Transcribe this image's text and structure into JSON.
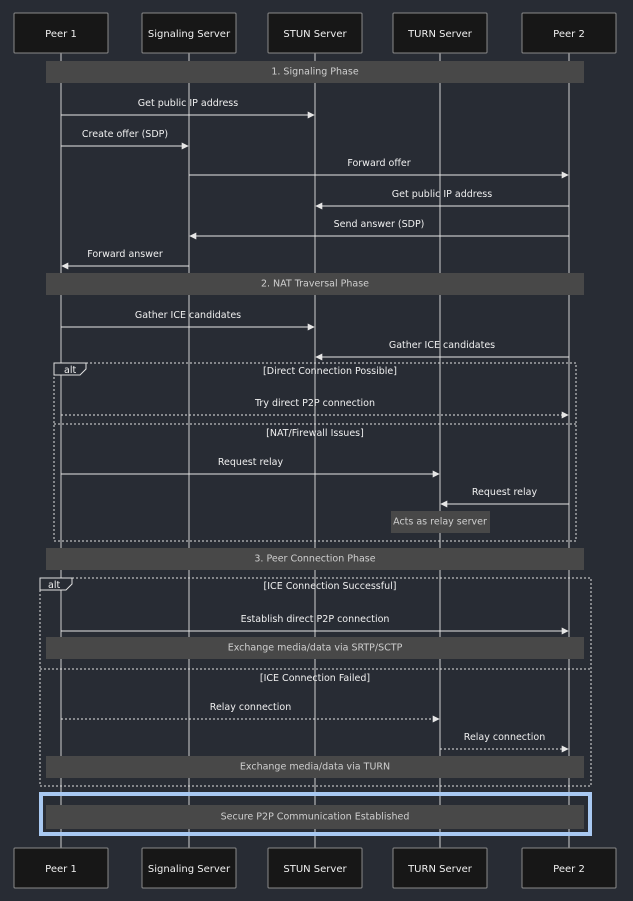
{
  "actors": [
    "Peer 1",
    "Signaling Server",
    "STUN Server",
    "TURN Server",
    "Peer 2"
  ],
  "phases": {
    "signaling": "1. Signaling Phase",
    "nat": "2. NAT Traversal Phase",
    "peer": "3. Peer Connection Phase"
  },
  "messages": [
    {
      "from": "Peer 1",
      "to": "STUN Server",
      "text": "Get public IP address",
      "style": "solid"
    },
    {
      "from": "Peer 1",
      "to": "Signaling Server",
      "text": "Create offer (SDP)",
      "style": "solid"
    },
    {
      "from": "Signaling Server",
      "to": "Peer 2",
      "text": "Forward offer",
      "style": "solid"
    },
    {
      "from": "Peer 2",
      "to": "STUN Server",
      "text": "Get public IP address",
      "style": "solid"
    },
    {
      "from": "Peer 2",
      "to": "Signaling Server",
      "text": "Send answer (SDP)",
      "style": "solid"
    },
    {
      "from": "Signaling Server",
      "to": "Peer 1",
      "text": "Forward answer",
      "style": "solid"
    },
    {
      "from": "Peer 1",
      "to": "STUN Server",
      "text": "Gather ICE candidates",
      "style": "solid"
    },
    {
      "from": "Peer 2",
      "to": "STUN Server",
      "text": "Gather ICE candidates",
      "style": "solid"
    },
    {
      "from": "Peer 1",
      "to": "Peer 2",
      "text": "Try direct P2P connection",
      "style": "dotted"
    },
    {
      "from": "Peer 1",
      "to": "TURN Server",
      "text": "Request relay",
      "style": "solid"
    },
    {
      "from": "Peer 2",
      "to": "TURN Server",
      "text": "Request relay",
      "style": "solid"
    },
    {
      "from": "Peer 1",
      "to": "Peer 2",
      "text": "Establish direct P2P connection",
      "style": "solid"
    },
    {
      "from": "Peer 1",
      "to": "TURN Server",
      "text": "Relay connection",
      "style": "dotted"
    },
    {
      "from": "TURN Server",
      "to": "Peer 2",
      "text": "Relay connection",
      "style": "dotted"
    }
  ],
  "notes": {
    "relay_server": "Acts as relay server",
    "media_srtp": "Exchange media/data via SRTP/SCTP",
    "media_turn": "Exchange media/data via TURN",
    "final": "Secure P2P Communication Established"
  },
  "alt_blocks": [
    {
      "tag": "alt",
      "condition": "[Direct Connection Possible]",
      "else_condition": "[NAT/Firewall Issues]"
    },
    {
      "tag": "alt",
      "condition": "[ICE Connection Successful]",
      "else_condition": "[ICE Connection Failed]"
    }
  ]
}
